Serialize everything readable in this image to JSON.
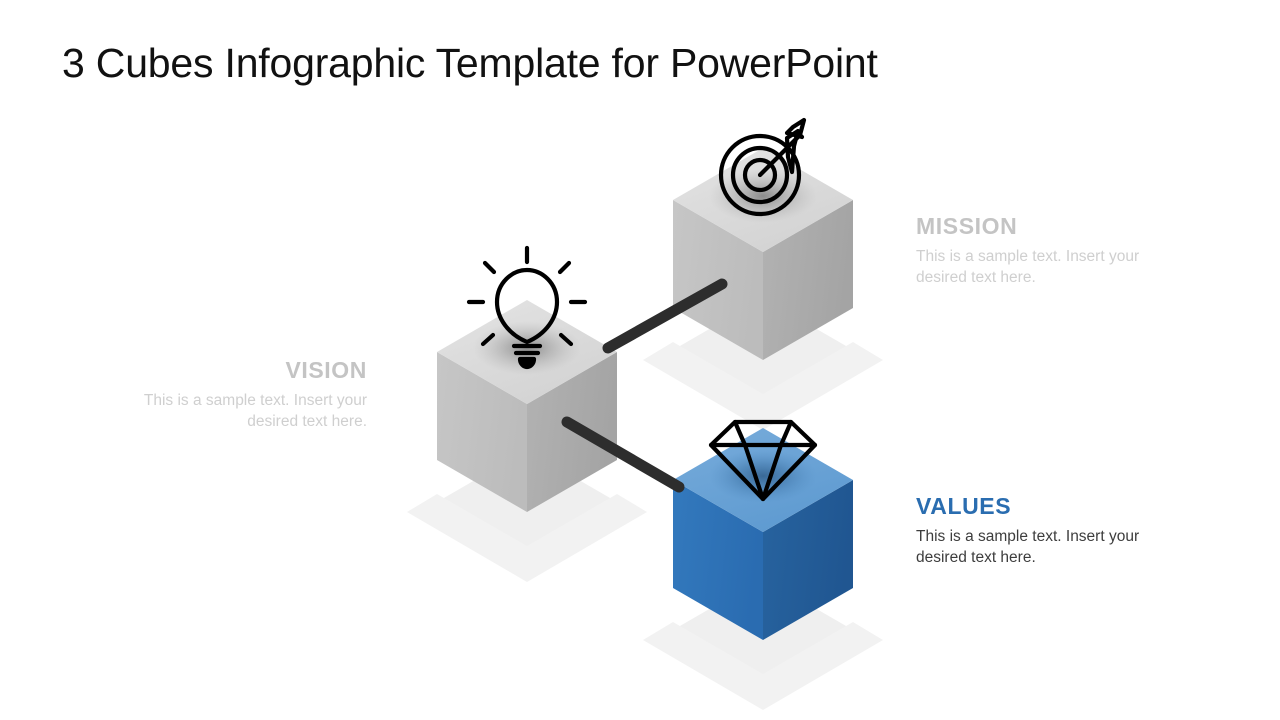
{
  "slide": {
    "title": "3 Cubes Infographic Template for PowerPoint",
    "background_color": "#ffffff"
  },
  "colors": {
    "title_text": "#111111",
    "muted_heading": "#c4c4c4",
    "muted_body": "#cfcfcf",
    "accent_blue": "#2a6db0",
    "body_text": "#3d3d3d",
    "cube_gray_top": "#dcdcdc",
    "cube_gray_left": "#c2c2c2",
    "cube_gray_right": "#ababab",
    "cube_blue_top": "#6ba3d6",
    "cube_blue_left": "#2e72b8",
    "cube_blue_right": "#245e9e",
    "connector": "#2d2d2d",
    "floor_shadow": "#efefef",
    "icon_stroke": "#000000"
  },
  "blocks": [
    {
      "id": "mission",
      "heading": "MISSION",
      "body": "This is a sample text. Insert your desired text here.",
      "icon": "target-icon",
      "cube_color": "gray",
      "align": "left"
    },
    {
      "id": "vision",
      "heading": "VISION",
      "body": "This is a sample text. Insert your desired text here.",
      "icon": "lightbulb-icon",
      "cube_color": "gray",
      "align": "right"
    },
    {
      "id": "values",
      "heading": "VALUES",
      "body": "This is a sample text. Insert your desired text here.",
      "icon": "diamond-icon",
      "cube_color": "blue",
      "align": "left"
    }
  ],
  "connectors": [
    {
      "id": "vision-to-mission",
      "from": "vision-cube",
      "to": "mission-cube"
    },
    {
      "id": "vision-to-values",
      "from": "vision-cube",
      "to": "values-cube"
    }
  ]
}
